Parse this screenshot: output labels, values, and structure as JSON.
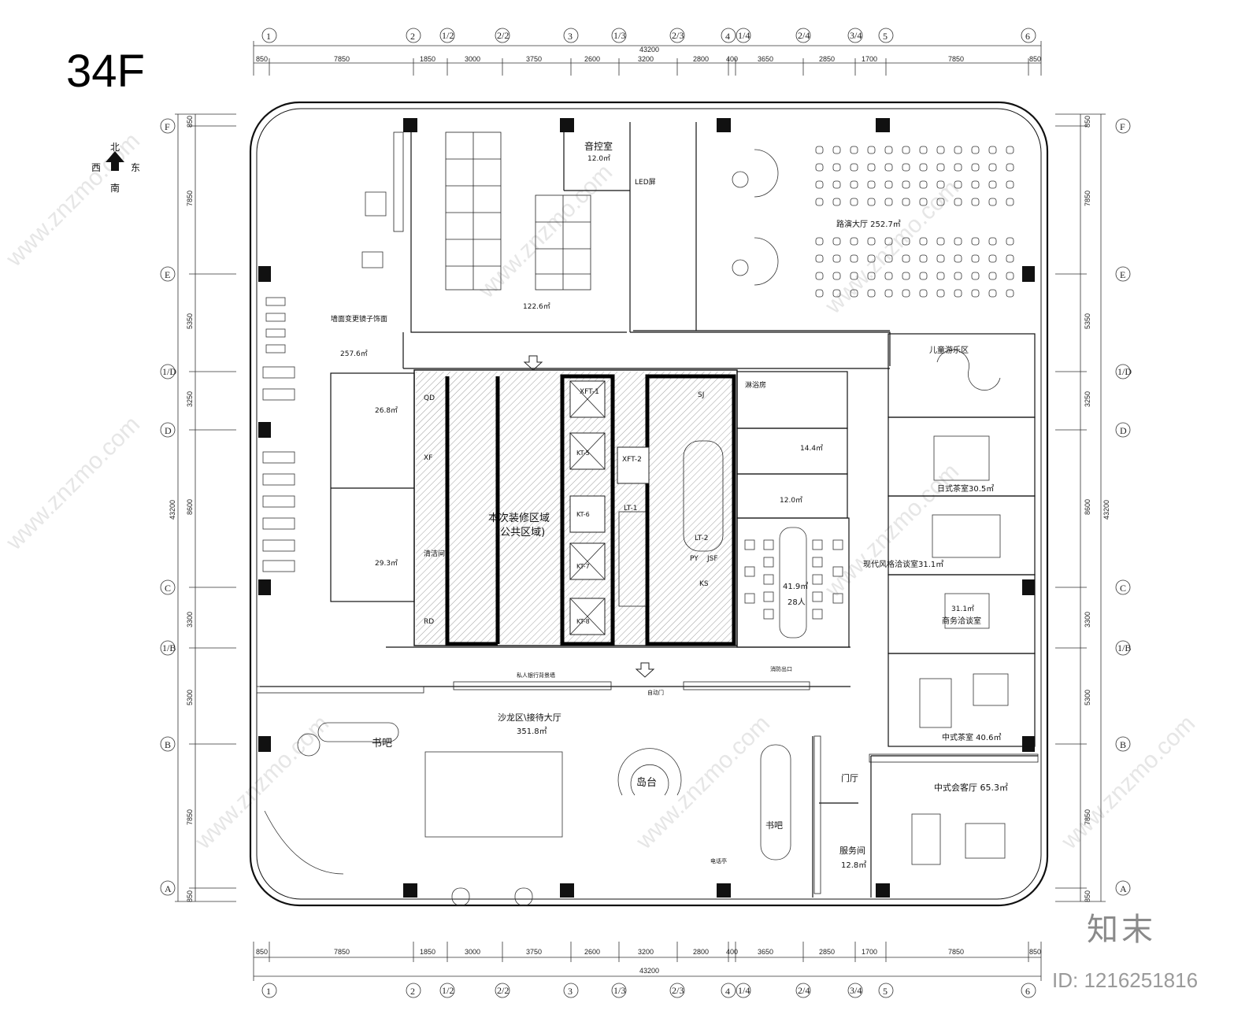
{
  "floor": "34F",
  "compass": {
    "north": "北",
    "west": "西",
    "east": "东",
    "south": "南"
  },
  "dimensions": {
    "overall": "43200",
    "horizontal": [
      "850",
      "7850",
      "1850",
      "3000",
      "3750",
      "2600",
      "3200",
      "2800",
      "400",
      "3650",
      "2850",
      "1700",
      "7850",
      "850"
    ],
    "vertical": [
      "850",
      "7850",
      "5350",
      "3250",
      "8600",
      "3300",
      "5300",
      "7850",
      "850"
    ]
  },
  "grid_axes": {
    "columns": [
      "1",
      "2",
      "1/2",
      "2/2",
      "3",
      "1/3",
      "2/3",
      "4",
      "1/4",
      "2/4",
      "3/4",
      "5",
      "6"
    ],
    "rows": [
      "F",
      "E",
      "1/D",
      "D",
      "C",
      "1/B",
      "B",
      "A"
    ]
  },
  "rooms": {
    "av_room": {
      "name": "音控室",
      "area": "12.0㎡"
    },
    "led": "LED屏",
    "office": "122.6㎡",
    "roadshow": "路演大厅  252.7㎡",
    "mirror_note": "墙面变更镜子饰面",
    "gym": "257.6㎡",
    "toilet_n": "26.8㎡",
    "toilet_s": "29.3㎡",
    "cleaning": "清洁间",
    "core_note": "本次装修区域",
    "core_note2": "(公共区域)",
    "shower": "淋浴房",
    "mech": "14.4㎡",
    "small_room": "12.0㎡",
    "meeting_area": "41.9㎡",
    "meeting_cap": "28人",
    "kids": "儿童游乐区",
    "jp_tea": "日式茶室30.5㎡",
    "modern": "现代风格洽谈室31.1㎡",
    "biz_area": "31.1㎡",
    "biz_name": "商务洽谈室",
    "cn_tea": "中式茶室  40.6㎡",
    "salon": "沙龙区\\接待大厅",
    "salon_area": "351.8㎡",
    "bar_w": "书吧",
    "island": "岛台",
    "bar_e": "书吧",
    "foyer": "门厅",
    "service": "服务间",
    "service_area": "12.8㎡",
    "cn_guest": "中式会客厅  65.3㎡",
    "bank_wall": "私人银行背景墙",
    "auto_door": "自动门",
    "fire_exit": "消防出口",
    "phone": "电话亭"
  },
  "core_labels": [
    "XFT-1",
    "XFT-2",
    "KT-5",
    "KT-6",
    "KT-7",
    "KT-8",
    "LT-1",
    "LT-2",
    "SJ",
    "PY",
    "JSF",
    "KS",
    "XF",
    "RD",
    "QD"
  ],
  "watermark": "www.znzmo.com",
  "brand": "知末",
  "image_id": "ID: 1216251816"
}
